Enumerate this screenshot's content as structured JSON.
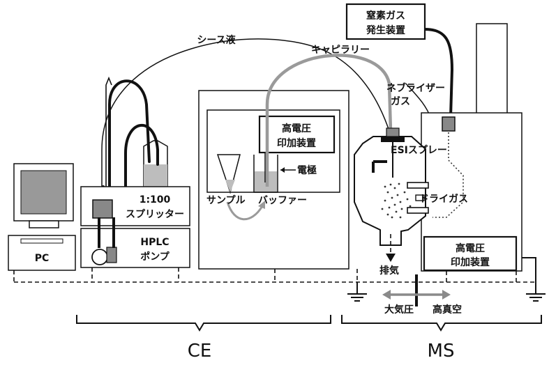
{
  "colors": {
    "line": "#111111",
    "capillary_gray": "#9a9a9a",
    "liquid_gray": "#bdbdbd",
    "arrow_gray": "#8a8a8a"
  },
  "labels": {
    "sheath_liquid": "シース液",
    "capillary": "キャピラリー",
    "nitrogen_gen_1": "窒素ガス",
    "nitrogen_gen_2": "発生装置",
    "nebulizer_1": "ネブライザー",
    "nebulizer_2": "ガス",
    "hv_ce_1": "高電圧",
    "hv_ce_2": "印加装置",
    "electrode": "電極",
    "sample": "サンプル",
    "buffer": "バッファー",
    "esi_spray": "ESIスプレー",
    "dry_gas": "ドライガス",
    "hv_ms_1": "高電圧",
    "hv_ms_2": "印加装置",
    "exhaust": "排気",
    "atmospheric": "大気圧",
    "high_vacuum": "高真空",
    "splitter_1": "1:100",
    "splitter_2": "スプリッター",
    "hplc_1": "HPLC",
    "hplc_2": "ポンプ",
    "pc": "PC",
    "ce": "CE",
    "ms": "MS"
  }
}
